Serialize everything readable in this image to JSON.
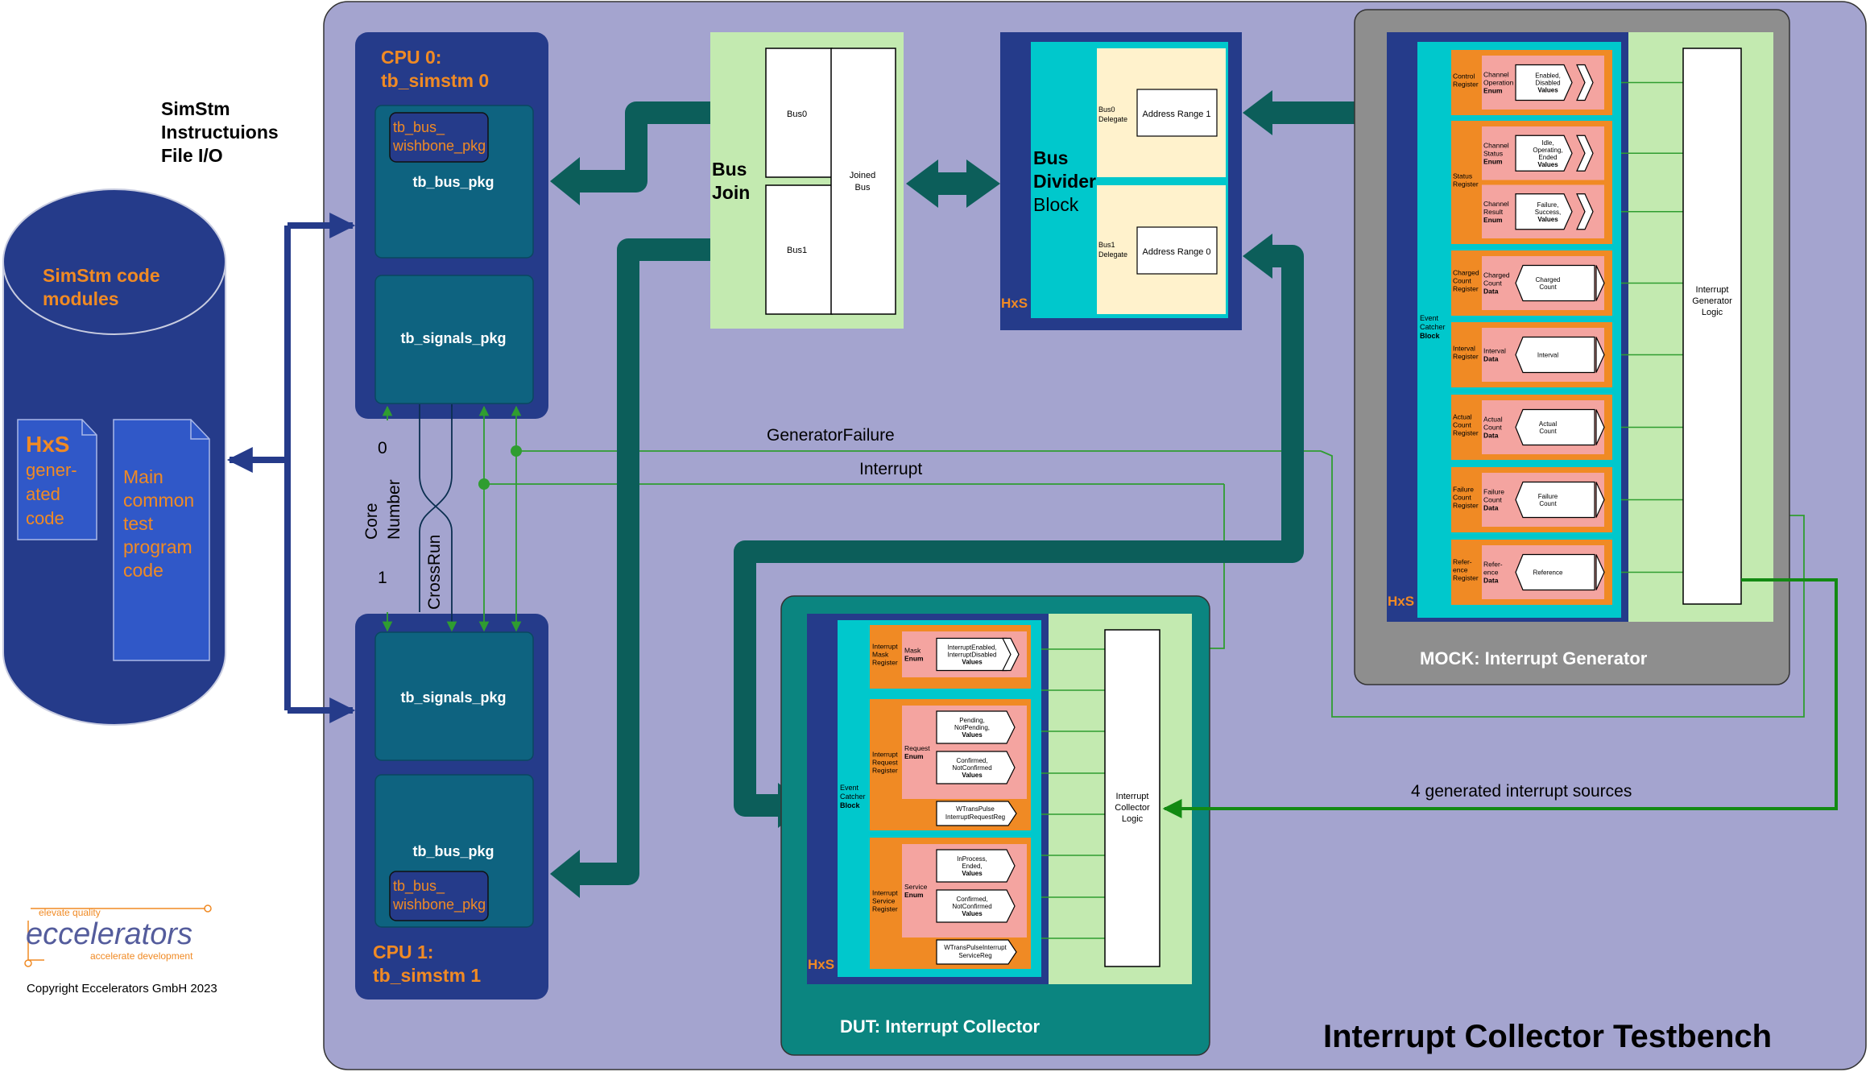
{
  "header": {
    "simstm_line1": "SimStm",
    "simstm_line2": "Instructuions",
    "simstm_line3": "File I/O"
  },
  "left_db": {
    "title_line1": "SimStm code",
    "title_line2": "modules",
    "doc1": [
      "HxS",
      "gener-",
      "ated",
      "code"
    ],
    "doc2": [
      "Main",
      "common",
      "test",
      "program",
      "code"
    ]
  },
  "logo": {
    "top": "elevate quality",
    "brand": "eccelerators",
    "bottom": "accelerate development",
    "copyright": "Copyright Eccelerators GmbH 2023"
  },
  "cpu0": {
    "title_line1": "CPU 0:",
    "title_line2": "tb_simstm 0",
    "wishbone_line1": "tb_bus_",
    "wishbone_line2": "wishbone_pkg",
    "bus_pkg": "tb_bus_pkg",
    "signals_pkg": "tb_signals_pkg"
  },
  "cpu1": {
    "title_line1": "CPU 1:",
    "title_line2": "tb_simstm 1",
    "wishbone_line1": "tb_bus_",
    "wishbone_line2": "wishbone_pkg",
    "bus_pkg": "tb_bus_pkg",
    "signals_pkg": "tb_signals_pkg"
  },
  "core": {
    "zero": "0",
    "one": "1",
    "core_line1": "Core",
    "core_line2": "Number",
    "crossrun": "CrossRun"
  },
  "signals": {
    "generator_failure": "GeneratorFailure",
    "interrupt": "Interrupt",
    "generated_sources": "4 generated interrupt sources"
  },
  "bus_join": {
    "title_line1": "Bus",
    "title_line2": "Join",
    "bus0": "Bus0",
    "bus1": "Bus1",
    "joined_line1": "Joined",
    "joined_line2": "Bus"
  },
  "bus_divider": {
    "title_line1": "Bus",
    "title_line2": "Divider",
    "title_line3": "Block",
    "hxs": "HxS",
    "delegates": [
      {
        "label_line1": "Bus0",
        "label_line2": "Delegate",
        "range": "Address Range 1"
      },
      {
        "label_line1": "Bus1",
        "label_line2": "Delegate",
        "range": "Address Range 0"
      }
    ]
  },
  "mock": {
    "title": "MOCK: Interrupt Generator",
    "hxs": "HxS",
    "event_catcher": [
      "Event",
      "Catcher",
      "Block"
    ],
    "logic": [
      "Interrupt",
      "Generator",
      "Logic"
    ],
    "registers": [
      {
        "reg": [
          "Control",
          "Register"
        ],
        "fields": [
          {
            "name": [
              "Channel",
              "Operation"
            ],
            "kind": "Enum",
            "values": [
              "Enabled,",
              "Disabled"
            ],
            "suffix": "Values"
          }
        ]
      },
      {
        "reg": [
          "Status",
          "Register"
        ],
        "fields": [
          {
            "name": [
              "Channel",
              "Status"
            ],
            "kind": "Enum",
            "values": [
              "Idle,",
              "Operating,",
              "Ended"
            ],
            "suffix": "Values"
          },
          {
            "name": [
              "Channel",
              "Result"
            ],
            "kind": "Enum",
            "values": [
              "Failure,",
              "Success,"
            ],
            "suffix": "Values"
          }
        ]
      },
      {
        "reg": [
          "Charged",
          "Count",
          "Register"
        ],
        "fields": [
          {
            "name": [
              "Charged",
              "Count"
            ],
            "kind": "Data",
            "values": [
              "Charged",
              "Count"
            ],
            "suffix": ""
          }
        ]
      },
      {
        "reg": [
          "Interval",
          "Register"
        ],
        "fields": [
          {
            "name": [
              "Interval"
            ],
            "kind": "Data",
            "values": [
              "Interval"
            ],
            "suffix": ""
          }
        ]
      },
      {
        "reg": [
          "Actual",
          "Count",
          "Register"
        ],
        "fields": [
          {
            "name": [
              "Actual",
              "Count"
            ],
            "kind": "Data",
            "values": [
              "Actual",
              "Count"
            ],
            "suffix": ""
          }
        ]
      },
      {
        "reg": [
          "Failure",
          "Count",
          "Register"
        ],
        "fields": [
          {
            "name": [
              "Failure",
              "Count"
            ],
            "kind": "Data",
            "values": [
              "Failure",
              "Count"
            ],
            "suffix": ""
          }
        ]
      },
      {
        "reg": [
          "Refer-",
          "ence",
          "Register"
        ],
        "fields": [
          {
            "name": [
              "Refer-",
              "ence"
            ],
            "kind": "Data",
            "values": [
              "Reference"
            ],
            "suffix": ""
          }
        ]
      }
    ]
  },
  "dut": {
    "title": "DUT: Interrupt Collector",
    "hxs": "HxS",
    "event_catcher": [
      "Event",
      "Catcher",
      "Block"
    ],
    "logic": [
      "Interrupt",
      "Collector",
      "Logic"
    ],
    "registers": [
      {
        "reg": [
          "Interrupt",
          "Mask",
          "Register"
        ],
        "field": [
          "Mask",
          "Enum"
        ],
        "values": [
          {
            "lines": [
              "InterruptEnabled,",
              "InterruptDisabled"
            ],
            "suffix": "Values"
          }
        ],
        "pulse": null
      },
      {
        "reg": [
          "Interrupt",
          "Request",
          "Register"
        ],
        "field": [
          "Request",
          "Enum"
        ],
        "values": [
          {
            "lines": [
              "Pending,",
              "NotPending,"
            ],
            "suffix": "Values"
          },
          {
            "lines": [
              "Confirmed,",
              "NotConfirmed"
            ],
            "suffix": "Values"
          }
        ],
        "pulse": [
          "WTransPulse",
          "InterruptRequestReg"
        ]
      },
      {
        "reg": [
          "Interrupt",
          "Service",
          "Register"
        ],
        "field": [
          "Service",
          "Enum"
        ],
        "values": [
          {
            "lines": [
              "InProcess,",
              "Ended,"
            ],
            "suffix": "Values"
          },
          {
            "lines": [
              "Confirmed,",
              "NotConfirmed"
            ],
            "suffix": "Values"
          }
        ],
        "pulse": [
          "WTransPulseInterrupt",
          "ServiceReg"
        ]
      }
    ]
  },
  "testbench": {
    "title": "Interrupt Collector Testbench"
  },
  "colors": {
    "page_bg": "#a4a4cf",
    "cpu_blue": "#253b8a",
    "pkg_teal": "#0e6380",
    "orange_text": "#f08a24",
    "bus_teal": "#0c5e5a",
    "green_light": "#c3eab0",
    "cyan": "#00c8cc",
    "orange": "#f08a24",
    "pink": "#f4a4a0",
    "mock_gray": "#8e8e8e",
    "dut_teal": "#0b8580",
    "green_line": "#2f9d30",
    "dark_green": "#138a13"
  }
}
